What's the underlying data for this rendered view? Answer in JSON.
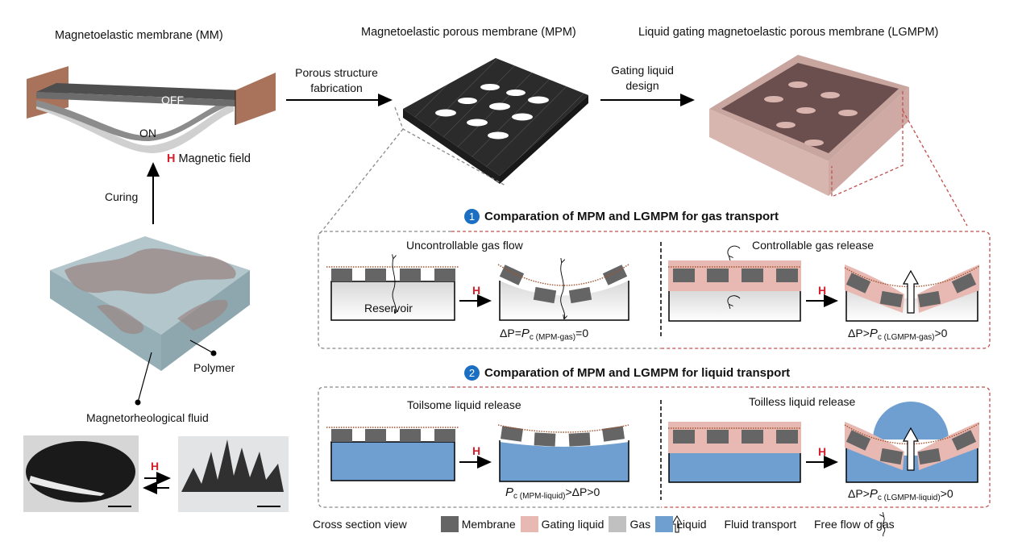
{
  "titles": {
    "mm": "Magnetoelastic membrane (MM)",
    "mpm": "Magnetoelastic porous membrane (MPM)",
    "lgmpm": "Liquid gating magnetoelastic porous membrane (LGMPM)"
  },
  "mm_states": {
    "off": "OFF",
    "on": "ON"
  },
  "magnetic_field": {
    "symbol": "H",
    "label": "Magnetic field"
  },
  "steps": {
    "porous": [
      "Porous structure",
      "fabrication"
    ],
    "gating": [
      "Gating liquid",
      "design"
    ],
    "curing": "Curing"
  },
  "composite_labels": {
    "polymer": "Polymer",
    "mr_fluid": "Magnetorheological fluid"
  },
  "field_symbol": "H",
  "section1": {
    "number": "1",
    "title": "Comparation of MPM and LGMPM for gas transport",
    "left_caption": "Uncontrollable gas flow",
    "reservoir": "Reservoir",
    "left_formula": {
      "lhs": "ΔP",
      "eq": "=",
      "p": "P",
      "sub": "c (MPM-gas)",
      "rhs": "=0"
    },
    "right_caption": "Controllable gas release",
    "right_formula": {
      "lhs": "ΔP",
      "eq": ">",
      "p": "P",
      "sub": "c (LGMPM-gas)",
      "rhs": ">0"
    }
  },
  "section2": {
    "number": "2",
    "title": "Comparation of MPM and LGMPM for liquid transport",
    "left_caption": "Toilsome liquid release",
    "left_formula": {
      "p": "P",
      "sub": "c (MPM-liquid)",
      "rhs": ">ΔP>0"
    },
    "right_caption": "Toilless liquid release",
    "right_formula": {
      "lhs": "ΔP",
      "eq": ">",
      "p": "P",
      "sub": "c (LGMPM-liquid)",
      "rhs": ">0"
    }
  },
  "legend": {
    "title": "Cross section view",
    "items": [
      {
        "label": "Membrane",
        "color": "#656565",
        "icon": "swatch"
      },
      {
        "label": "Gating liquid",
        "color": "#e8b8b2",
        "icon": "swatch"
      },
      {
        "label": "Gas",
        "color": "#c0c0c0",
        "icon": "swatch"
      },
      {
        "label": "Liquid",
        "color": "#6f9fd0",
        "icon": "swatch"
      },
      {
        "label": "Fluid transport",
        "icon": "hollow-up-arrow"
      },
      {
        "label": "Free flow of gas",
        "icon": "wavy-arrow"
      }
    ]
  },
  "colors": {
    "membrane": "#656565",
    "gating_liquid": "#e8b8b2",
    "liquid": "#6f9fd0",
    "frame_brown": "#a8735a",
    "badge_blue": "#1b6fc2",
    "field_red": "#d4202a",
    "dash_gray": "#8a8a8a",
    "dash_red": "#c0504d"
  }
}
